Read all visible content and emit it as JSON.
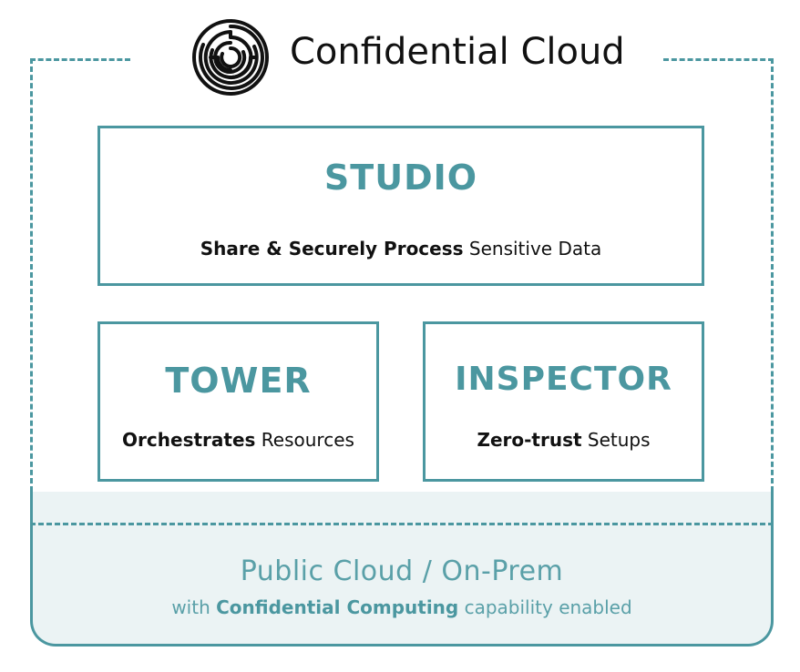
{
  "header": {
    "title": "Confidential Cloud",
    "logo_icon": "maze-logo-icon"
  },
  "studio": {
    "title": "STUDIO",
    "desc_bold": "Share & Securely Process",
    "desc_rest": " Sensitive Data"
  },
  "tower": {
    "title": "TOWER",
    "desc_bold": "Orchestrates",
    "desc_rest": " Resources"
  },
  "inspector": {
    "title": "INSPECTOR",
    "desc_bold": "Zero-trust",
    "desc_rest": " Setups"
  },
  "platform": {
    "title": "Public Cloud / On-Prem",
    "sub_prefix": "with ",
    "sub_bold": "Confidential Computing",
    "sub_suffix": " capability enabled"
  },
  "colors": {
    "accent": "#4b97a0",
    "accent_light": "#5aa0a8",
    "platform_bg": "#ebf3f4"
  }
}
